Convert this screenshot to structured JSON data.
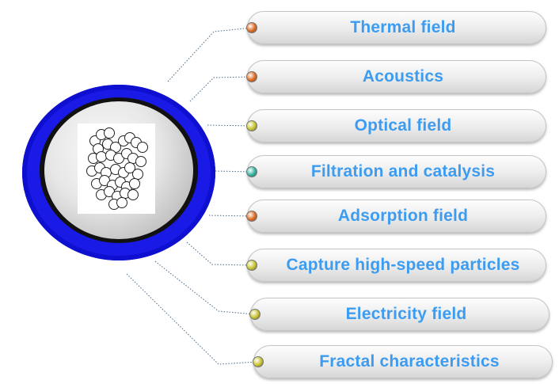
{
  "items": [
    {
      "label": "Thermal field",
      "dot_color": "#e0661a"
    },
    {
      "label": "Acoustics",
      "dot_color": "#e0661a"
    },
    {
      "label": "Optical field",
      "dot_color": "#c8c228"
    },
    {
      "label": "Filtration and catalysis",
      "dot_color": "#2bb39a"
    },
    {
      "label": "Adsorption field",
      "dot_color": "#e0661a"
    },
    {
      "label": "Capture high-speed particles",
      "dot_color": "#c8c228"
    },
    {
      "label": "Electricity field",
      "dot_color": "#c8c228"
    },
    {
      "label": "Fractal characteristics",
      "dot_color": "#c8c228"
    }
  ],
  "colors": {
    "hub_ring": "#1a1ae6",
    "label_text": "#3d9cf0",
    "connector": "#4a6a8a"
  },
  "hub": {
    "image_icon": "molecular-structure-icon"
  }
}
